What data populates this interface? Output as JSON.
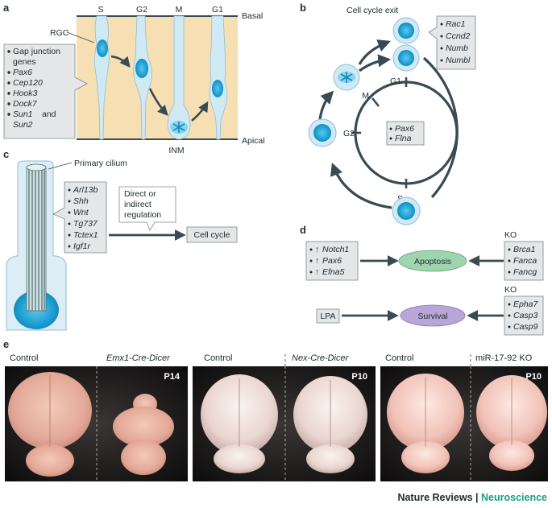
{
  "panels": {
    "a": {
      "letter": "a",
      "phases": [
        "S",
        "G2",
        "M",
        "G1"
      ],
      "basal": "Basal",
      "apical": "Apical",
      "inm": "INM",
      "rgc": "RGC",
      "genes_title": [
        "Gap junction",
        "genes"
      ],
      "genes": [
        "Pax6",
        "Cep120",
        "Hook3",
        "Dock7",
        "Sun1"
      ],
      "genes_and": "and",
      "gene_last": "Sun2"
    },
    "b": {
      "letter": "b",
      "exit": "Cell cycle exit",
      "exit_genes": [
        "Rac1",
        "Ccnd2",
        "Numb",
        "Numbl"
      ],
      "phases": {
        "g1": "G1",
        "m": "M",
        "g2": "G2",
        "s": "S"
      },
      "center_genes": [
        "Pax6",
        "Flna"
      ]
    },
    "c": {
      "letter": "c",
      "cilium": "Primary cilium",
      "genes": [
        "Arl13b",
        "Shh",
        "Wnt",
        "Tg737",
        "Tctex1",
        "Igf1r"
      ],
      "regulation": [
        "Direct or",
        "indirect",
        "regulation"
      ],
      "cell_cycle": "Cell cycle"
    },
    "d": {
      "letter": "d",
      "up_genes": [
        "Notch1",
        "Pax6",
        "Efna5"
      ],
      "up_arrow": "↑",
      "apoptosis": "Apoptosis",
      "ko1": "KO",
      "ko1_genes": [
        "Brca1",
        "Fanca",
        "Fancg"
      ],
      "lpa": "LPA",
      "survival": "Survival",
      "ko2": "KO",
      "ko2_genes": [
        "Epha7",
        "Casp3",
        "Casp9"
      ]
    },
    "e": {
      "letter": "e",
      "groups": [
        {
          "control": "Control",
          "mutant": "Emx1-Cre-Dicer",
          "mutant_italic": true,
          "age": "P14"
        },
        {
          "control": "Control",
          "mutant": "Nex-Cre-Dicer",
          "mutant_italic": true,
          "age": "P10"
        },
        {
          "control": "Control",
          "mutant": "miR-17-92 KO",
          "mutant_italic": false,
          "age": "P10"
        }
      ]
    }
  },
  "credit": {
    "journal": "Nature Reviews",
    "separator": "|",
    "section": "Neuroscience"
  },
  "colors": {
    "dark": "#3a4a52",
    "cell": "#2aa8d8",
    "cell_light": "#cfe9f5",
    "panel_a_bg": "#f6dfb2",
    "box": "#e4e6e7",
    "apoptosis": "#9fd5ae",
    "survival": "#b9a6d8"
  }
}
